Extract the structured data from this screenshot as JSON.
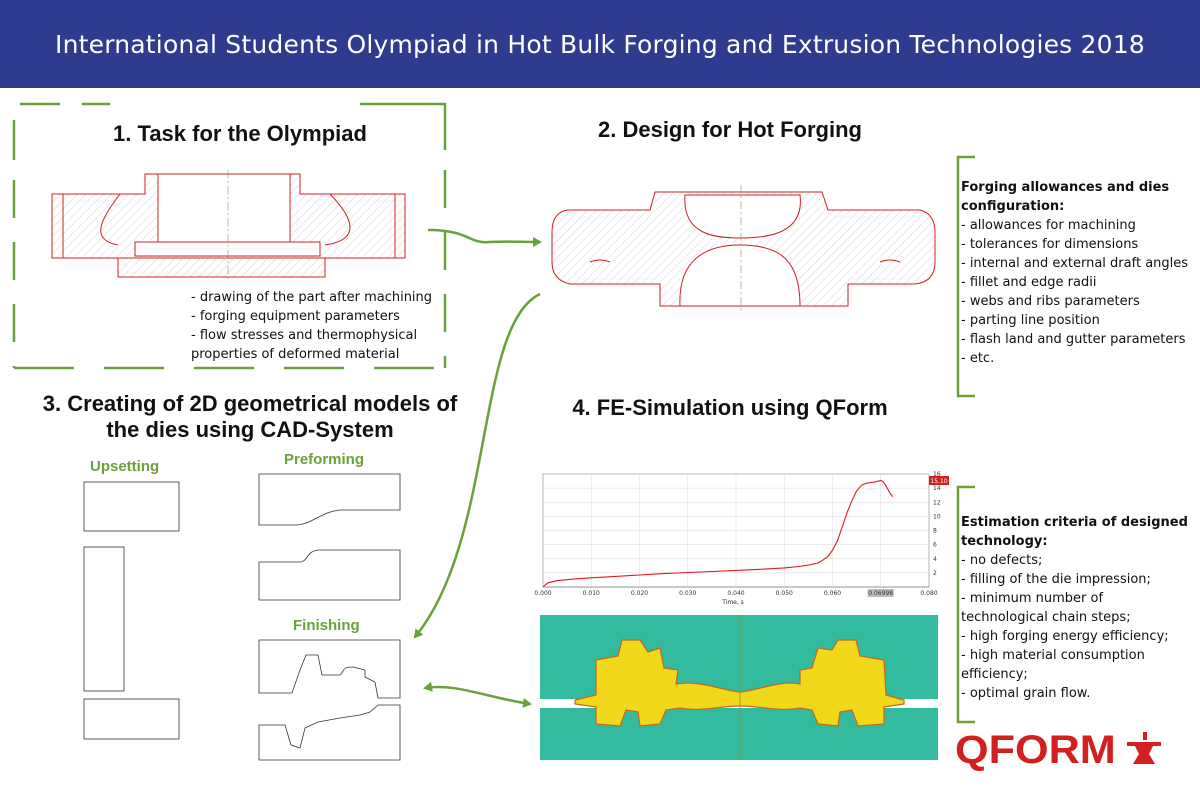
{
  "header": {
    "title": "International Students Olympiad in Hot Bulk Forging and Extrusion Technologies 2018"
  },
  "colors": {
    "header_bg": "#2e3b8f",
    "accent_green": "#6aa13a",
    "part_red": "#d21f1f",
    "die_teal": "#33bba0",
    "metal_yellow": "#f1d81a"
  },
  "sections": {
    "task": {
      "title": "1. Task for the Olympiad",
      "bullets": [
        "- drawing of the part after machining",
        "- forging equipment parameters",
        "- flow stresses and thermophysical",
        "properties of deformed material"
      ]
    },
    "design": {
      "title": "2. Design for Hot Forging",
      "heading_line1": "Forging allowances and dies",
      "heading_line2": "configuration:",
      "items": [
        "- allowances for machining",
        "- tolerances for dimensions",
        "- internal and external draft angles",
        "- fillet and edge radii",
        "- webs and ribs parameters",
        "- parting line position",
        "- flash land and gutter parameters",
        "- etc."
      ]
    },
    "cad": {
      "title_line1": "3. Creating of 2D geometrical models of",
      "title_line2": "the dies using CAD-System",
      "stages": {
        "upsetting": "Upsetting",
        "preforming": "Preforming",
        "finishing": "Finishing"
      }
    },
    "simulation": {
      "title": "4. FE-Simulation using QForm",
      "criteria_heading_line1": "Estimation criteria of designed",
      "criteria_heading_line2": "technology:",
      "criteria": [
        "- no defects;",
        "- filling of the die impression;",
        "- minimum number of",
        "technological chain steps;",
        "- high forging energy efficiency;",
        "- high material consumption",
        "efficiency;",
        "- optimal grain flow."
      ]
    }
  },
  "chart_data": {
    "type": "line",
    "xlabel": "Time, s",
    "xlim": [
      0,
      0.08
    ],
    "ylim": [
      0,
      16
    ],
    "x_ticks": [
      "0.000",
      "0.010",
      "0.020",
      "0.030",
      "0.040",
      "0.050",
      "0.060",
      "0.06998",
      "0.080"
    ],
    "y_ticks": [
      "2",
      "4",
      "6",
      "8",
      "10",
      "12",
      "14",
      "16"
    ],
    "cursor_x_label": "0.06998",
    "cursor_y_label": "15.10",
    "series": [
      {
        "x": [
          0.0,
          0.001,
          0.003,
          0.006,
          0.01,
          0.015,
          0.02,
          0.025,
          0.03,
          0.035,
          0.04,
          0.045,
          0.05,
          0.053,
          0.055,
          0.057,
          0.058,
          0.059,
          0.06,
          0.061,
          0.062,
          0.063,
          0.064,
          0.065,
          0.066,
          0.067,
          0.068,
          0.069,
          0.07,
          0.0705,
          0.071,
          0.0715,
          0.072,
          0.0725
        ],
        "y": [
          0.0,
          0.6,
          0.9,
          1.1,
          1.3,
          1.5,
          1.7,
          1.9,
          2.05,
          2.2,
          2.35,
          2.5,
          2.7,
          2.9,
          3.1,
          3.4,
          3.8,
          4.3,
          5.2,
          6.5,
          8.5,
          10.5,
          12.2,
          13.6,
          14.4,
          14.7,
          14.8,
          14.9,
          15.1,
          14.9,
          14.4,
          13.8,
          13.2,
          12.8
        ]
      }
    ]
  }
}
